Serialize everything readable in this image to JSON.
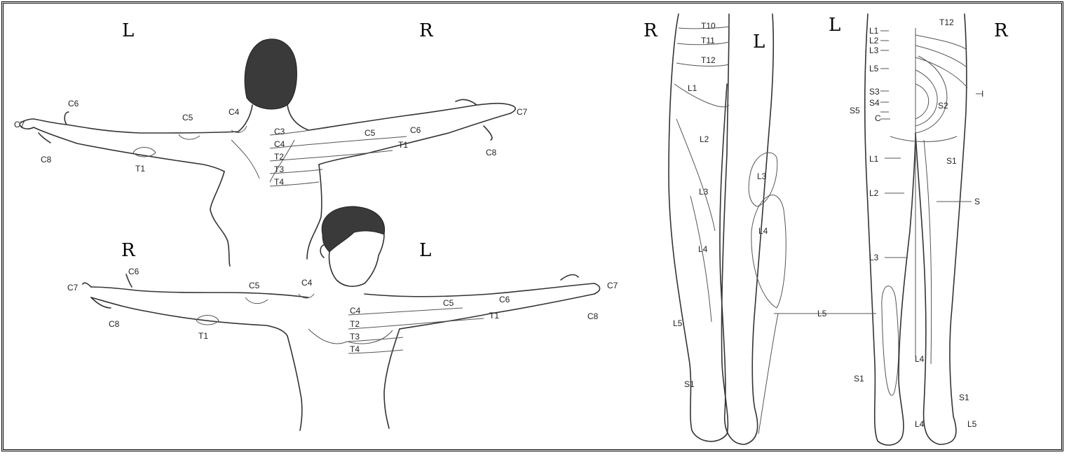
{
  "side_labels": {
    "back_left": "L",
    "back_right": "R",
    "front_right": "R",
    "front_left": "L",
    "leg_front_right": "R",
    "leg_front_left": "L",
    "leg_back_left": "L",
    "leg_back_right": "R"
  },
  "back_figure": {
    "left_arm": [
      "C6",
      "C7",
      "C8",
      "C5",
      "C4",
      "T1"
    ],
    "right_arm": [
      "C5",
      "C6",
      "C7",
      "T1",
      "C8"
    ],
    "spine": [
      "C3",
      "C4",
      "T2",
      "T3",
      "T4"
    ]
  },
  "front_figure": {
    "right_arm": [
      "C6",
      "C7",
      "C8",
      "C5",
      "C4",
      "T1"
    ],
    "left_arm": [
      "C5",
      "C6",
      "C7",
      "T1",
      "C8"
    ],
    "chest": [
      "C4",
      "T2",
      "T3",
      "T4"
    ]
  },
  "leg_front": {
    "labels": [
      "T10",
      "T11",
      "T12",
      "L1",
      "L2",
      "L3",
      "L4",
      "L5",
      "S1",
      "L3",
      "L4",
      "L5"
    ]
  },
  "leg_back": {
    "labels": [
      "T12",
      "L1",
      "L2",
      "L3",
      "L5",
      "S3",
      "S4",
      "S5",
      "C",
      "S2",
      "I",
      "L1",
      "S1",
      "L2",
      "S",
      "L3",
      "L4",
      "S1",
      "S1",
      "L4",
      "L5"
    ]
  },
  "colors": {
    "hair": "#3a3a3a",
    "line": "#333333"
  }
}
